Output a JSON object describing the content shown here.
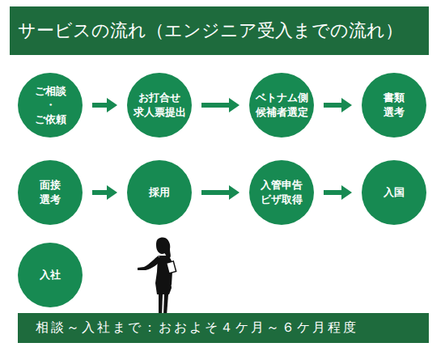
{
  "diagram": {
    "title": "サービスの流れ（エンジニア受入までの流れ）",
    "caption": "相談～入社まで：おおよそ４ケ月～６ケ月程度",
    "nodes": [
      {
        "text": [
          "ご相談 ・ ご依頼"
        ]
      },
      {
        "text": [
          "お打合せ 求人票提出"
        ]
      },
      {
        "text": [
          "ベトナム側 候補者選定"
        ]
      },
      {
        "text": [
          "書類 選考"
        ]
      },
      {
        "text": [
          "面接 選考"
        ]
      },
      {
        "text": [
          "採用"
        ]
      },
      {
        "text": [
          "入管申告 ビザ取得"
        ]
      },
      {
        "text": [
          "入国"
        ]
      },
      {
        "text": [
          "入社"
        ]
      }
    ],
    "edges": [
      {
        "from": 0,
        "to": 1,
        "arrow": "to"
      },
      {
        "from": 1,
        "to": 2,
        "arrow": "to"
      },
      {
        "from": 2,
        "to": 3,
        "arrow": "to"
      },
      {
        "from": 4,
        "to": 5,
        "arrow": "to"
      },
      {
        "from": 5,
        "to": 6,
        "arrow": "to"
      },
      {
        "from": 6,
        "to": 7,
        "arrow": "to"
      }
    ]
  }
}
